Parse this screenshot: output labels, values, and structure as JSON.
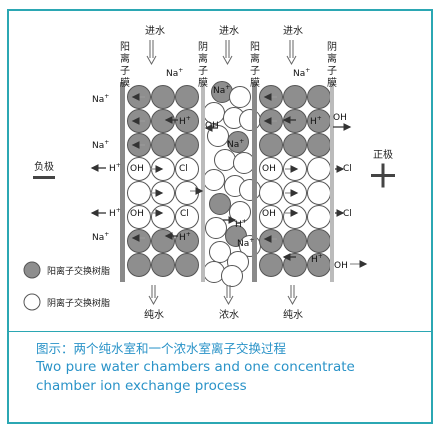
{
  "colors": {
    "frame": "#2ba7b3",
    "caption": "#2a93c8",
    "resin_dark": "#8e8e8e",
    "resin_light": "#ffffff",
    "membrane": "#888888",
    "arrow": "#333333"
  },
  "top_labels": {
    "inlet_left": "进水",
    "inlet_center": "进水",
    "inlet_right": "进水"
  },
  "membranes": {
    "m1": "阳离子膜",
    "m2": "阴离子膜",
    "m3": "阳离子膜",
    "m4": "阴离子膜"
  },
  "electrodes": {
    "negative": "负极",
    "positive": "正极"
  },
  "ions": {
    "na": "Na",
    "h": "H",
    "oh": "OH",
    "cl": "Cl",
    "plus": "+"
  },
  "legend": {
    "cation_resin": "阳离子交换树脂",
    "anion_resin": "阴离子交换树脂"
  },
  "bottom_labels": {
    "outlet_left": "纯水",
    "outlet_center": "浓水",
    "outlet_right": "纯水"
  },
  "caption": {
    "chinese": "图示：两个纯水室和一个浓水室离子交换过程",
    "english_line1": "Two pure water chambers and one concentrate",
    "english_line2": "chamber  ion exchange process"
  }
}
